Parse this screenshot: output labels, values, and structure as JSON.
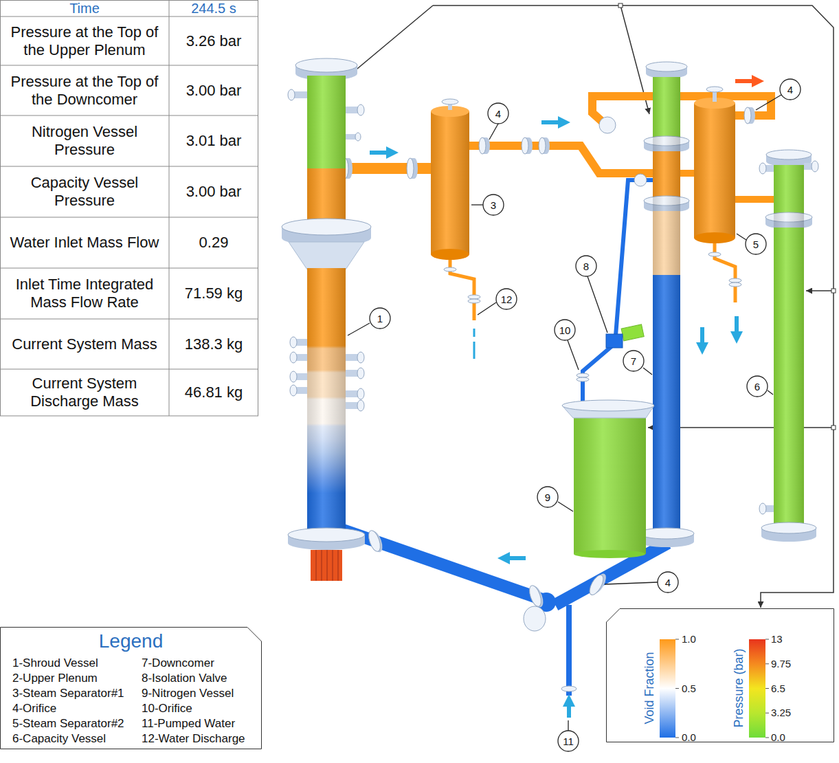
{
  "diagram": {
    "nodes": [
      {
        "text": [
          "Legend"
        ]
      },
      {
        "text": [
          "Void Fraction",
          "Pressure (bar)"
        ]
      }
    ],
    "labels": [
      "Time",
      "244.5 s",
      "Pressure at the Top of the Upper Plenum",
      "3.26 bar",
      "Pressure at the Top of the Downcomer",
      "3.00 bar",
      "Nitrogen Vessel Pressure",
      "3.01 bar",
      "Capacity Vessel Pressure",
      "3.00 bar",
      "Water Inlet Mass Flow",
      "0.29",
      "Inlet Time Integrated Mass Flow Rate",
      "71.59 kg",
      "Current System Mass",
      "138.3 kg",
      "Current System Discharge Mass",
      "46.81 kg",
      "4",
      "4",
      "3",
      "5",
      "8",
      "12",
      "1",
      "10",
      "7",
      "6",
      "9",
      "4",
      "11",
      "1.0",
      "0.5",
      "0.0",
      "13",
      "9.75",
      "6.5",
      "3.25",
      "0.0"
    ],
    "legend": [
      {
        "text": "1-Shroud Vessel"
      },
      {
        "text": "2-Upper Plenum"
      },
      {
        "text": "3-Steam Separator#1"
      },
      {
        "text": "4-Orifice"
      },
      {
        "text": "5-Steam Separator#2"
      },
      {
        "text": "6-Capacity Vessel"
      },
      {
        "text": "7-Downcomer"
      },
      {
        "text": "8-Isolation Valve"
      },
      {
        "text": "9-Nitrogen Vessel"
      },
      {
        "text": "10-Orifice"
      },
      {
        "text": "11-Pumped Water"
      },
      {
        "text": "12-Water Discharge"
      }
    ]
  }
}
